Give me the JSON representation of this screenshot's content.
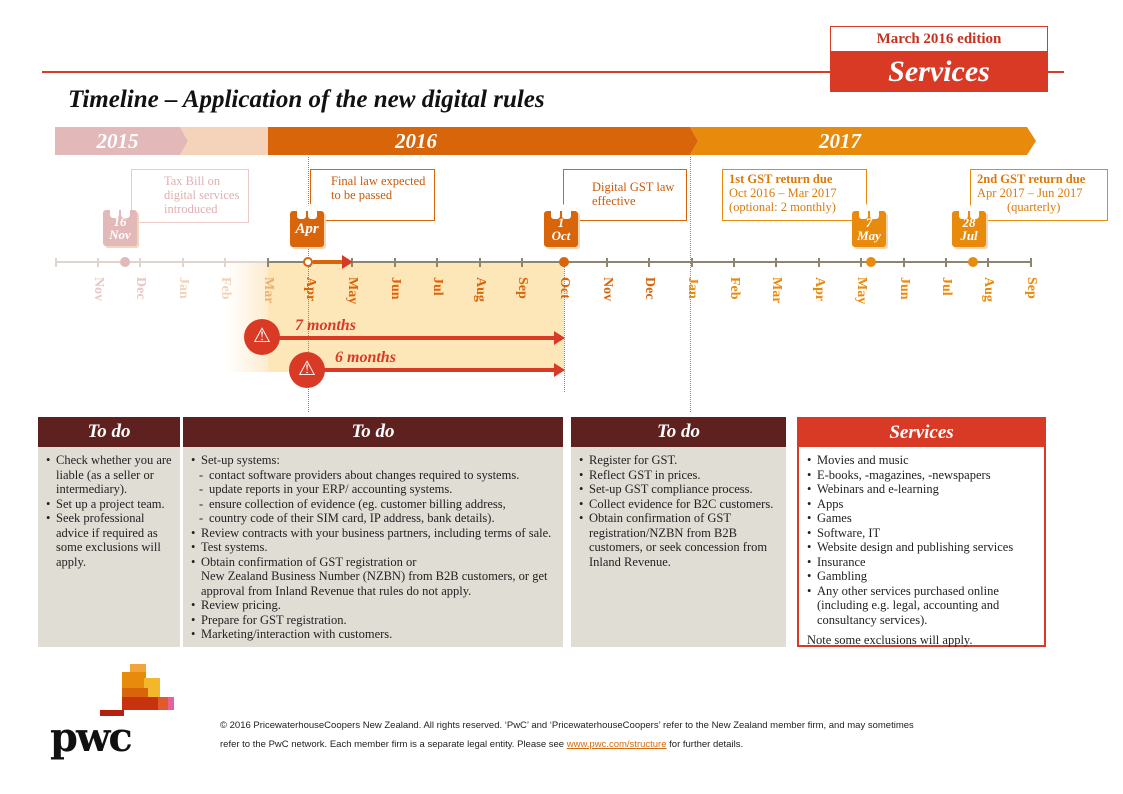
{
  "header": {
    "edition": "March 2016 edition",
    "badge": "Services",
    "title": "Timeline – Application of the new digital rules"
  },
  "years": [
    "2015",
    "2016",
    "2017"
  ],
  "months": [
    "Nov",
    "Dec",
    "Jan",
    "Feb",
    "Mar",
    "Apr",
    "May",
    "Jun",
    "Jul",
    "Aug",
    "Sep",
    "Oct",
    "Nov",
    "Dec",
    "Jan",
    "Feb",
    "Mar",
    "Apr",
    "May",
    "Jun",
    "Jul",
    "Aug",
    "Sep"
  ],
  "events": [
    {
      "cal_day": "16",
      "cal_month": "Nov",
      "text": "Tax Bill on digital services introduced"
    },
    {
      "cal_day": "",
      "cal_month": "Apr",
      "text": "Final law expected to be passed"
    },
    {
      "cal_day": "1",
      "cal_month": "Oct",
      "text": "Digital GST law effective"
    },
    {
      "cal_day": "7",
      "cal_month": "May",
      "title": "1st GST return due",
      "text": "Oct 2016 – Mar 2017",
      "text2": "(optional: 2 monthly)"
    },
    {
      "cal_day": "28",
      "cal_month": "Jul",
      "title": "2nd GST return due",
      "text": "Apr 2017 – Jun 2017",
      "text2": "(quarterly)"
    }
  ],
  "periods": [
    "7 months",
    "6 months"
  ],
  "colors": {
    "accent": "#d93a25",
    "y2015": "#e2b8b8",
    "y2016": "#d9650b",
    "y2017": "#e88a0c",
    "header": "#5e2120"
  },
  "boxes": [
    {
      "title": "To do",
      "items": [
        "Check whether you are liable (as a seller or intermediary).",
        "Set up a project team.",
        "Seek professional advice if required as some exclusions will apply."
      ]
    },
    {
      "title": "To do",
      "items": [
        "Set-up systems:",
        "contact software providers about changes required to systems.",
        "update reports in your ERP/ accounting systems.",
        "ensure collection of evidence (eg. customer billing address,",
        "country code of their SIM card, IP address, bank details).",
        "Review contracts with your business partners, including terms of sale.",
        "Test systems.",
        "Obtain confirmation of GST registration or",
        "New Zealand Business Number (NZBN) from B2B customers, or get approval from Inland Revenue that rules do not apply.",
        "Review pricing.",
        "Prepare for GST registration.",
        "Marketing/interaction with customers."
      ]
    },
    {
      "title": "To do",
      "items": [
        "Register for GST.",
        "Reflect GST in prices.",
        "Set-up GST compliance process.",
        "Collect evidence for B2C customers.",
        "Obtain confirmation of GST registration/NZBN from B2B customers, or seek concession from Inland Revenue."
      ]
    },
    {
      "title": "Services",
      "items": [
        "Movies and music",
        "E-books, -magazines, -newspapers",
        "Webinars and e-learning",
        "Apps",
        "Games",
        "Software, IT",
        "Website design and publishing services",
        "Insurance",
        "Gambling",
        "Any other services purchased online (including e.g. legal, accounting and consultancy services)."
      ],
      "note": "Note some exclusions will apply."
    }
  ],
  "footer": {
    "text1": "© 2016 PricewaterhouseCoopers New Zealand. All rights reserved. ‘PwC’ and ‘PricewaterhouseCoopers’ refer to the New Zealand member firm, and may sometimes refer to the PwC network. Each member firm is a separate legal entity. Please see ",
    "link": "www.pwc.com/structure",
    "text2": " for further details.",
    "logo": "pwc"
  }
}
